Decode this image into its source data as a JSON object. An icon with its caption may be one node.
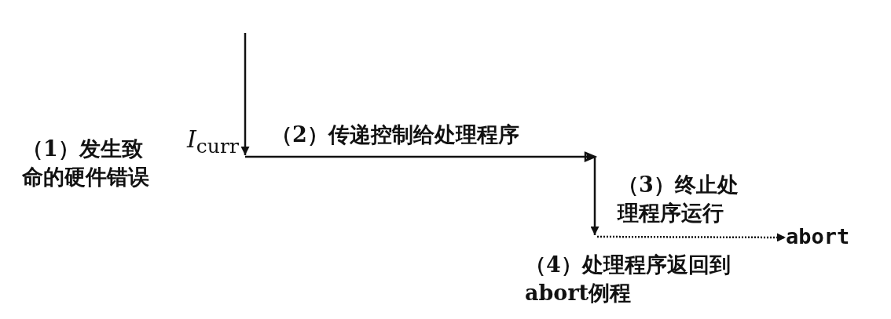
{
  "diagram": {
    "nodes": [
      {
        "text": [
          "*I*$_{curr}$"
        ],
        "beside": [
          "（1）发生致命的硬件错误"
        ]
      },
      {
        "text": [
          "abort"
        ]
      }
    ],
    "edges": [
      {
        "from": null,
        "to": 0,
        "arrow": "to"
      },
      {
        "from": 0,
        "to": null,
        "arrow": "to",
        "label": "（2）传递控制给处理程序"
      },
      {
        "from": null,
        "to": 1,
        "arrow": "to",
        "style": "dashed",
        "label": "（4）处理程序返回到abort例程"
      }
    ],
    "labels": [
      "（3）终止处理程序运行"
    ]
  }
}
